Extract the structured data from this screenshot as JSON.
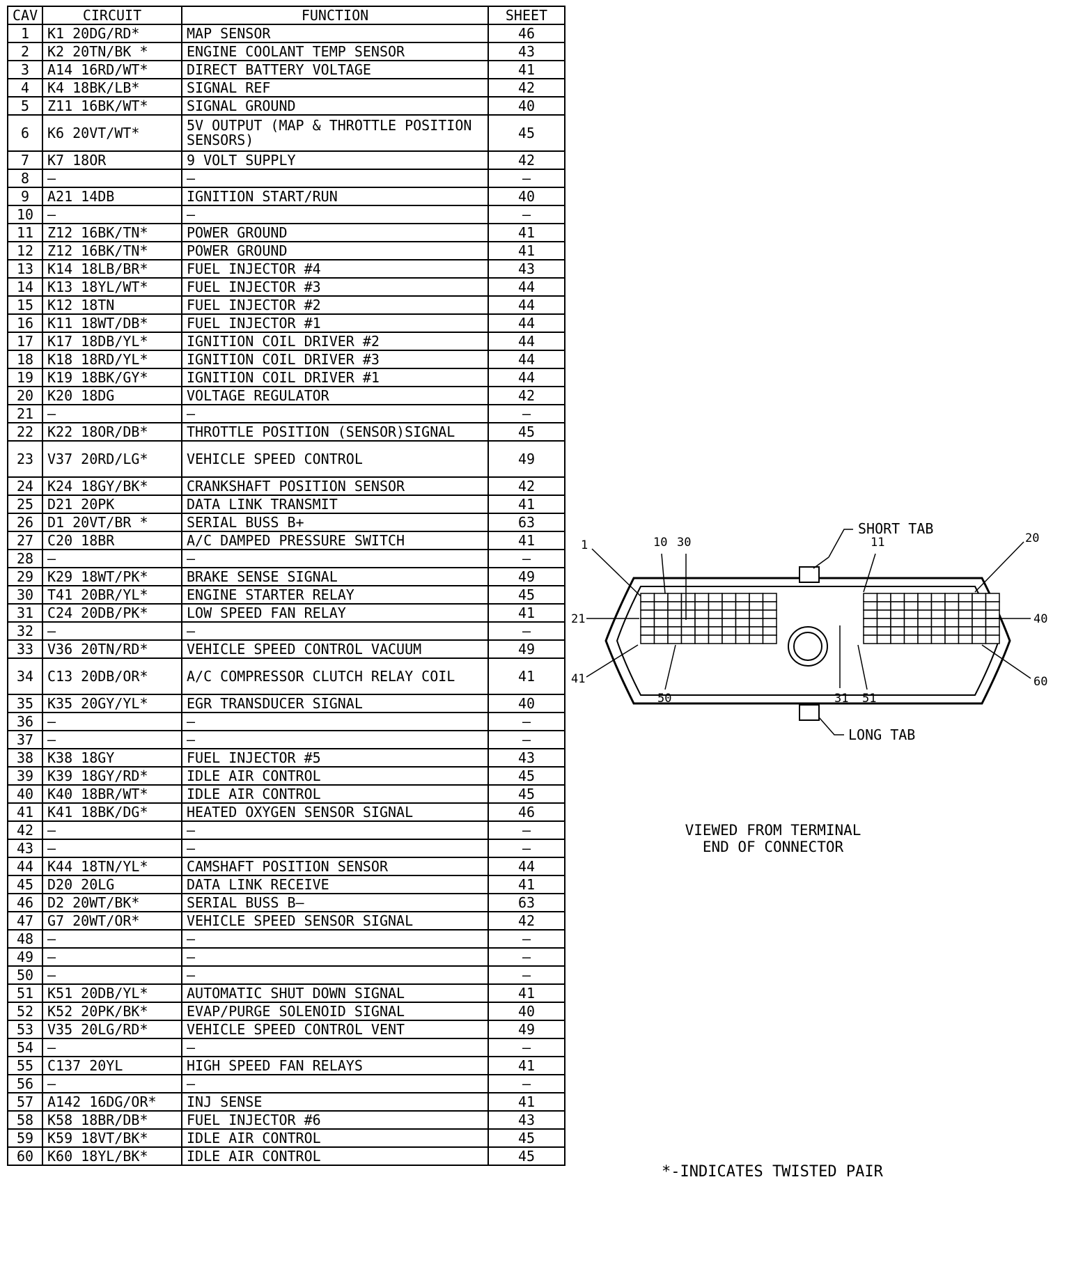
{
  "table": {
    "headers": {
      "cav": "CAV",
      "circuit": "CIRCUIT",
      "function": "FUNCTION",
      "sheet": "SHEET"
    },
    "rows": [
      {
        "cav": "1",
        "circuit": "K1 20DG/RD*",
        "function": "MAP SENSOR",
        "sheet": "46"
      },
      {
        "cav": "2",
        "circuit": "K2 20TN/BK *",
        "function": "ENGINE COOLANT TEMP SENSOR",
        "sheet": "43"
      },
      {
        "cav": "3",
        "circuit": "A14 16RD/WT*",
        "function": "DIRECT BATTERY VOLTAGE",
        "sheet": "41"
      },
      {
        "cav": "4",
        "circuit": "K4 18BK/LB*",
        "function": "SIGNAL REF",
        "sheet": "42"
      },
      {
        "cav": "5",
        "circuit": "Z11 16BK/WT*",
        "function": "SIGNAL GROUND",
        "sheet": "40"
      },
      {
        "cav": "6",
        "circuit": "K6 20VT/WT*",
        "function": "5V OUTPUT (MAP & THROTTLE POSITION SENSORS)",
        "sheet": "45",
        "tall": true
      },
      {
        "cav": "7",
        "circuit": "K7 18OR",
        "function": "9 VOLT SUPPLY",
        "sheet": "42"
      },
      {
        "cav": "8",
        "circuit": "—",
        "function": "—",
        "sheet": "—"
      },
      {
        "cav": "9",
        "circuit": "A21 14DB",
        "function": "IGNITION START/RUN",
        "sheet": "40"
      },
      {
        "cav": "10",
        "circuit": "—",
        "function": "—",
        "sheet": "—"
      },
      {
        "cav": "11",
        "circuit": "Z12 16BK/TN*",
        "function": "POWER GROUND",
        "sheet": "41"
      },
      {
        "cav": "12",
        "circuit": "Z12 16BK/TN*",
        "function": "POWER GROUND",
        "sheet": "41"
      },
      {
        "cav": "13",
        "circuit": "K14 18LB/BR*",
        "function": "FUEL INJECTOR #4",
        "sheet": "43"
      },
      {
        "cav": "14",
        "circuit": "K13 18YL/WT*",
        "function": "FUEL INJECTOR #3",
        "sheet": "44"
      },
      {
        "cav": "15",
        "circuit": "K12 18TN",
        "function": "FUEL INJECTOR #2",
        "sheet": "44"
      },
      {
        "cav": "16",
        "circuit": "K11 18WT/DB*",
        "function": "FUEL INJECTOR #1",
        "sheet": "44"
      },
      {
        "cav": "17",
        "circuit": "K17 18DB/YL*",
        "function": "IGNITION COIL DRIVER #2",
        "sheet": "44"
      },
      {
        "cav": "18",
        "circuit": "K18 18RD/YL*",
        "function": "IGNITION COIL DRIVER #3",
        "sheet": "44"
      },
      {
        "cav": "19",
        "circuit": "K19 18BK/GY*",
        "function": "IGNITION COIL DRIVER #1",
        "sheet": "44"
      },
      {
        "cav": "20",
        "circuit": "K20 18DG",
        "function": "VOLTAGE REGULATOR",
        "sheet": "42"
      },
      {
        "cav": "21",
        "circuit": "—",
        "function": "—",
        "sheet": "—"
      },
      {
        "cav": "22",
        "circuit": "K22 18OR/DB*",
        "function": "THROTTLE POSITION (SENSOR)SIGNAL",
        "sheet": "45"
      },
      {
        "cav": "23",
        "circuit": "V37 20RD/LG*",
        "function": "VEHICLE SPEED CONTROL",
        "sheet": "49",
        "tall": true
      },
      {
        "cav": "24",
        "circuit": "K24 18GY/BK*",
        "function": "CRANKSHAFT POSITION SENSOR",
        "sheet": "42"
      },
      {
        "cav": "25",
        "circuit": "D21 20PK",
        "function": "DATA LINK TRANSMIT",
        "sheet": "41"
      },
      {
        "cav": "26",
        "circuit": "D1 20VT/BR *",
        "function": "SERIAL BUSS B+",
        "sheet": "63"
      },
      {
        "cav": "27",
        "circuit": "C20 18BR",
        "function": "A/C DAMPED PRESSURE SWITCH",
        "sheet": "41"
      },
      {
        "cav": "28",
        "circuit": "—",
        "function": "—",
        "sheet": "—"
      },
      {
        "cav": "29",
        "circuit": "K29 18WT/PK*",
        "function": "BRAKE SENSE SIGNAL",
        "sheet": "49"
      },
      {
        "cav": "30",
        "circuit": "T41 20BR/YL*",
        "function": "ENGINE STARTER RELAY",
        "sheet": "45"
      },
      {
        "cav": "31",
        "circuit": "C24 20DB/PK*",
        "function": "LOW SPEED FAN RELAY",
        "sheet": "41"
      },
      {
        "cav": "32",
        "circuit": "—",
        "function": "—",
        "sheet": "—"
      },
      {
        "cav": "33",
        "circuit": "V36 20TN/RD*",
        "function": "VEHICLE SPEED CONTROL VACUUM",
        "sheet": "49"
      },
      {
        "cav": "34",
        "circuit": "C13 20DB/OR*",
        "function": "A/C COMPRESSOR CLUTCH RELAY COIL",
        "sheet": "41",
        "tall": true
      },
      {
        "cav": "35",
        "circuit": "K35 20GY/YL*",
        "function": "EGR TRANSDUCER SIGNAL",
        "sheet": "40"
      },
      {
        "cav": "36",
        "circuit": "—",
        "function": "—",
        "sheet": "—"
      },
      {
        "cav": "37",
        "circuit": "—",
        "function": "—",
        "sheet": "—"
      },
      {
        "cav": "38",
        "circuit": "K38 18GY",
        "function": "FUEL INJECTOR #5",
        "sheet": "43"
      },
      {
        "cav": "39",
        "circuit": "K39 18GY/RD*",
        "function": "IDLE AIR CONTROL",
        "sheet": "45"
      },
      {
        "cav": "40",
        "circuit": "K40 18BR/WT*",
        "function": "IDLE AIR CONTROL",
        "sheet": "45"
      },
      {
        "cav": "41",
        "circuit": "K41 18BK/DG*",
        "function": "HEATED OXYGEN SENSOR SIGNAL",
        "sheet": "46"
      },
      {
        "cav": "42",
        "circuit": "—",
        "function": "—",
        "sheet": "—"
      },
      {
        "cav": "43",
        "circuit": "—",
        "function": "—",
        "sheet": "—"
      },
      {
        "cav": "44",
        "circuit": "K44 18TN/YL*",
        "function": "CAMSHAFT POSITION SENSOR",
        "sheet": "44"
      },
      {
        "cav": "45",
        "circuit": "D20 20LG",
        "function": "DATA LINK RECEIVE",
        "sheet": "41"
      },
      {
        "cav": "46",
        "circuit": "D2 20WT/BK*",
        "function": "SERIAL BUSS B—",
        "sheet": "63"
      },
      {
        "cav": "47",
        "circuit": "G7 20WT/OR*",
        "function": "VEHICLE SPEED SENSOR SIGNAL",
        "sheet": "42"
      },
      {
        "cav": "48",
        "circuit": "—",
        "function": "—",
        "sheet": "—"
      },
      {
        "cav": "49",
        "circuit": "—",
        "function": "—",
        "sheet": "—"
      },
      {
        "cav": "50",
        "circuit": "—",
        "function": "—",
        "sheet": "—"
      },
      {
        "cav": "51",
        "circuit": "K51 20DB/YL*",
        "function": "AUTOMATIC SHUT DOWN SIGNAL",
        "sheet": "41"
      },
      {
        "cav": "52",
        "circuit": "K52 20PK/BK*",
        "function": "EVAP/PURGE SOLENOID SIGNAL",
        "sheet": "40"
      },
      {
        "cav": "53",
        "circuit": "V35 20LG/RD*",
        "function": "VEHICLE SPEED CONTROL VENT",
        "sheet": "49"
      },
      {
        "cav": "54",
        "circuit": "—",
        "function": "—",
        "sheet": "—"
      },
      {
        "cav": "55",
        "circuit": "C137 20YL",
        "function": "HIGH SPEED FAN RELAYS",
        "sheet": "41"
      },
      {
        "cav": "56",
        "circuit": "—",
        "function": "—",
        "sheet": "—"
      },
      {
        "cav": "57",
        "circuit": "A142 16DG/OR*",
        "function": "INJ SENSE",
        "sheet": "41"
      },
      {
        "cav": "58",
        "circuit": "K58 18BR/DB*",
        "function": "FUEL INJECTOR #6",
        "sheet": "43"
      },
      {
        "cav": "59",
        "circuit": "K59 18VT/BK*",
        "function": "IDLE AIR CONTROL",
        "sheet": "45"
      },
      {
        "cav": "60",
        "circuit": "K60 18YL/BK*",
        "function": "IDLE AIR CONTROL",
        "sheet": "45"
      }
    ]
  },
  "connector": {
    "short_tab_label": "SHORT TAB",
    "long_tab_label": "LONG TAB",
    "callouts": [
      "1",
      "10",
      "30",
      "11",
      "20",
      "21",
      "40",
      "41",
      "50",
      "31",
      "51",
      "60"
    ],
    "view_caption_line1": "VIEWED FROM TERMINAL",
    "view_caption_line2": "END OF CONNECTOR"
  },
  "note": "*-INDICATES TWISTED PAIR"
}
